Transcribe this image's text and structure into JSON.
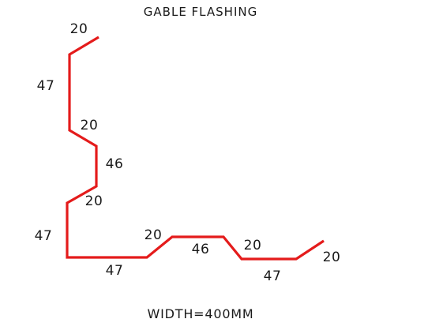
{
  "title": "GABLE FLASHING",
  "width_note": "WIDTH=400MM",
  "colors": {
    "profile": "#e41b1b",
    "text": "#1a1a1a",
    "background": "#ffffff"
  },
  "dimensions": {
    "d1": "20",
    "d2": "47",
    "d3": "20",
    "d4": "46",
    "d5": "20",
    "d6": "47",
    "d7": "47",
    "d8": "20",
    "d9": "46",
    "d10": "20",
    "d11": "47",
    "d12": "20"
  }
}
